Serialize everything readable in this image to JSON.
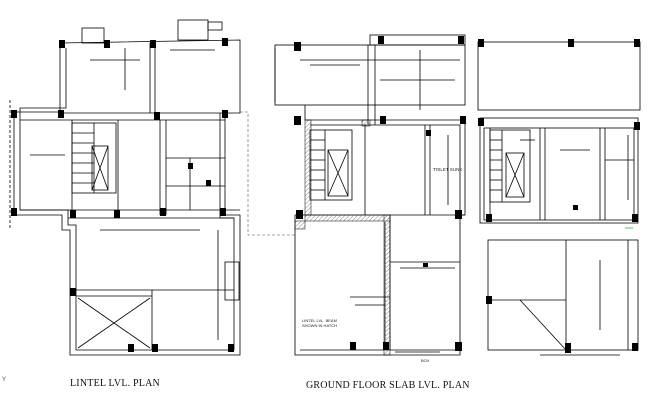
{
  "plans": [
    {
      "id": "lintel",
      "caption": "LINTEL LVL. PLAN"
    },
    {
      "id": "ground",
      "caption": "GROUND FLOOR SLAB LVL. PLAN"
    },
    {
      "id": "third",
      "caption": ""
    }
  ],
  "annotations": {
    "toilet_sunk": "TOILET SUNK",
    "lintel_note_line1": "LINTEL LVL. BEAM",
    "lintel_note_line2": "SHOWN IN HATCH",
    "small_box": "BOX"
  },
  "axis_mark": "Y",
  "colors": {
    "line": "#000000",
    "hatch": "#888888",
    "dash": "#555555",
    "accent": "#66bb66"
  }
}
